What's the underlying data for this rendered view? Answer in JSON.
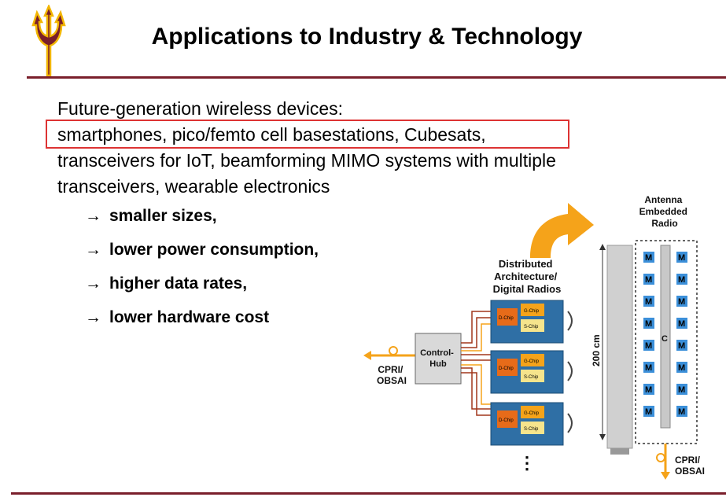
{
  "slide": {
    "title": "Applications to Industry & Technology"
  },
  "body": {
    "lines": [
      "Future-generation wireless devices:",
      "smartphones, pico/femto cell basestations, Cubesats,",
      "transceivers for IoT, beamforming MIMO systems with multiple",
      "transceivers, wearable electronics"
    ]
  },
  "bullets": {
    "arrow": "→",
    "items": [
      "smaller sizes,",
      "lower power consumption,",
      "higher data rates,",
      "lower hardware cost"
    ]
  },
  "diagram": {
    "distributed_label": [
      "Distributed",
      "Architecture/",
      "Digital Radios"
    ],
    "antenna_label": [
      "Antenna",
      "Embedded",
      "Radio"
    ],
    "control_hub": [
      "Control-",
      "Hub"
    ],
    "cpri_left": [
      "CPRI/",
      "OBSAI"
    ],
    "cpri_right": [
      "CPRI/",
      "OBSAI"
    ],
    "height_label": "200 cm",
    "chip_d": "D-Chip",
    "chip_g": "G-Chip",
    "chip_s": "S-Chip",
    "module_letter": "M",
    "column_letter": "C",
    "ellipsis": "⋮",
    "colors": {
      "accent_orange": "#f5a31a",
      "maroon": "#7a1f2b",
      "highlight_red": "#d33",
      "module_blue": "#3b8fd9"
    }
  }
}
